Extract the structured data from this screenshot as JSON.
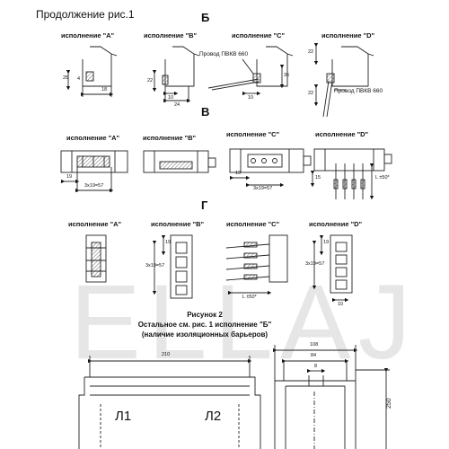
{
  "header": {
    "title": "Продолжение рис.1"
  },
  "sections": {
    "b": {
      "letter": "Б"
    },
    "v": {
      "letter": "В"
    },
    "g": {
      "letter": "Г"
    }
  },
  "variants": {
    "a": "исполнение \"А\"",
    "b": "исполнение \"В\"",
    "c": "исполнение \"С\"",
    "d": "исполнение \"D\""
  },
  "wire_label": "Провод ПВКВ 660",
  "dims": {
    "b_a_h": "25",
    "b_a_h2": "4",
    "b_a_w": "18",
    "b_b_h": "22",
    "b_b_w": "10",
    "b_b_w2": "24",
    "b_c_h": "36",
    "b_c_w": "10",
    "b_d_top": "22",
    "b_d_h": "22",
    "v_a_pitch": "19",
    "v_a_span": "3x19=57",
    "v_c_pitch": "19",
    "v_c_span": "3x19=57",
    "v_c_h": "15",
    "v_d_len": "L ±50*",
    "g_b_19": "19",
    "g_b_span": "3x19=57",
    "g_c_len": "L ±50*",
    "g_d_19": "19",
    "g_d_span": "3x19=57",
    "g_d_10": "10"
  },
  "caption": {
    "line1": "Рисунок 2",
    "line2": "Остальное см. рис. 1  исполнение \"Б\"",
    "line3": "(наличие изоляционных барьеров)"
  },
  "bottom": {
    "width_main": "210",
    "w108": "108",
    "w84": "84",
    "w8": "8",
    "h250": "250",
    "l1": "Л1",
    "l2": "Л2"
  },
  "watermark": "ELLAJ"
}
